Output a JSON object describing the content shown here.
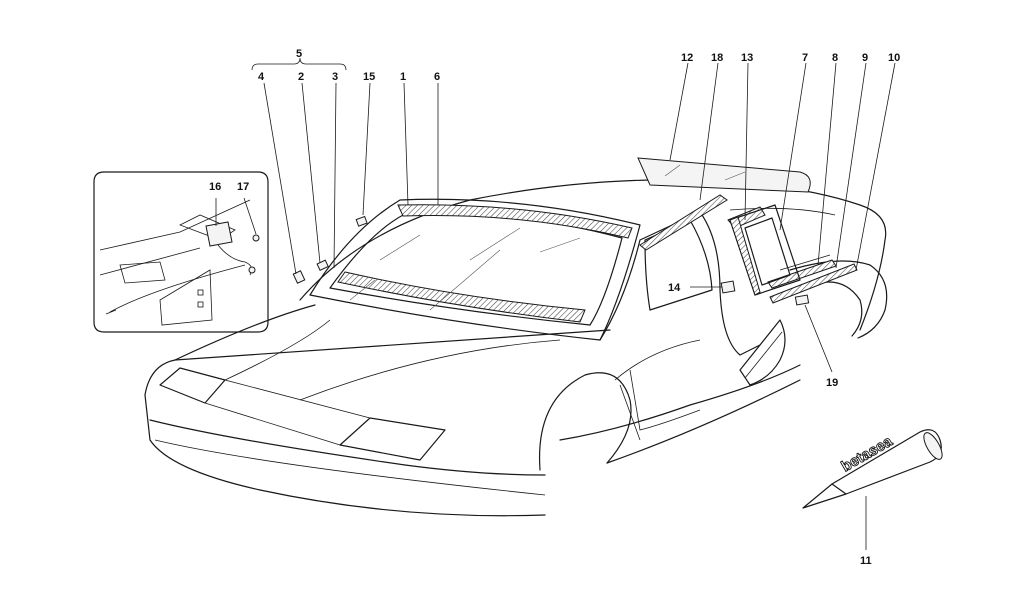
{
  "callouts": {
    "c1": "1",
    "c2": "2",
    "c3": "3",
    "c4": "4",
    "c5": "5",
    "c6": "6",
    "c7": "7",
    "c8": "8",
    "c9": "9",
    "c10": "10",
    "c11": "11",
    "c12": "12",
    "c13": "13",
    "c14": "14",
    "c15": "15",
    "c16": "16",
    "c17": "17",
    "c18": "18",
    "c19": "19"
  },
  "tube_label": "betasea",
  "colors": {
    "ink": "#1a1a1a",
    "paper": "#ffffff"
  }
}
